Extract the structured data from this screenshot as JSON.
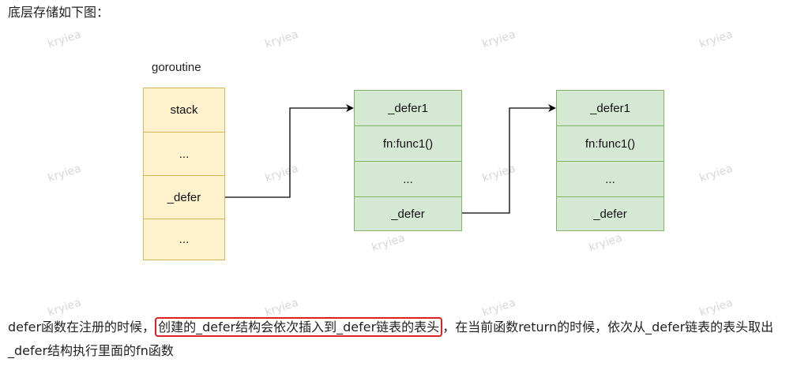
{
  "heading": "底层存储如下图：",
  "diagram": {
    "goroutine": {
      "title": "goroutine",
      "cells": [
        "stack",
        "...",
        "_defer",
        "..."
      ]
    },
    "defer_nodes": [
      {
        "cells": [
          "_defer1",
          "fn:func1()",
          "...",
          "_defer"
        ]
      },
      {
        "cells": [
          "_defer1",
          "fn:func1()",
          "...",
          "_defer"
        ]
      }
    ],
    "colors": {
      "goroutine_fill": "#fff2cc",
      "goroutine_stroke": "#d6b656",
      "defer_fill": "#d5e8d4",
      "defer_stroke": "#82b366",
      "arrow": "#000000"
    }
  },
  "paragraph": {
    "before": "defer函数在注册的时候，",
    "highlight": "创建的_defer结构会依次插入到_defer链表的表头",
    "after": "，在当前函数return的时候，依次从_defer链表的表头取出_defer结构执行里面的fn函数",
    "highlight_color": "#e02020"
  },
  "watermark": "kryiea"
}
